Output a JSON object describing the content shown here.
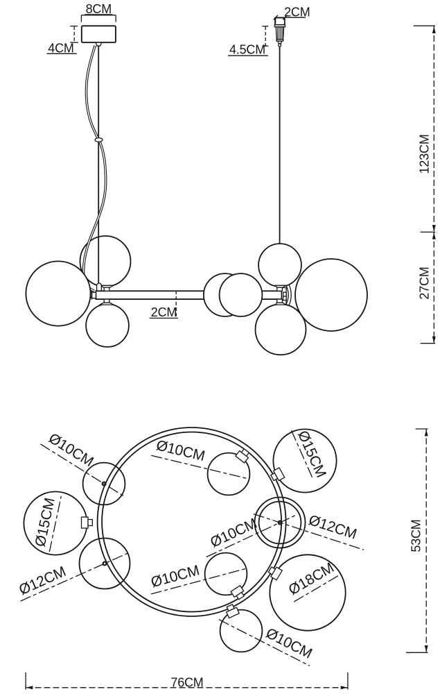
{
  "drawing": {
    "type": "pendant-chandelier-dimension-drawing",
    "line_color": "#161616",
    "background_color": "#ffffff"
  },
  "side_view": {
    "canopy_width_label": "8CM",
    "canopy_height_label": "4CM",
    "cord_grip_width_label": "2CM",
    "cord_grip_height_label": "4.5CM",
    "suspension_drop_label": "123CM",
    "fixture_height_label": "27CM",
    "frame_tube_thickness_label": "2CM"
  },
  "plan_view": {
    "overall_width_label": "76CM",
    "overall_depth_label": "53CM",
    "globe_labels": [
      {
        "id": "globe-on-ring-upper-left",
        "label": "Ø10CM"
      },
      {
        "id": "globe-inside-ring-top",
        "label": "Ø10CM"
      },
      {
        "id": "globe-outside-ring-top-right",
        "label": "Ø15CM"
      },
      {
        "id": "globe-outside-ring-left",
        "label": "Ø15CM"
      },
      {
        "id": "globe-on-ring-lower-left",
        "label": "Ø12CM"
      },
      {
        "id": "globe-on-ring-right-outer",
        "label": "Ø12CM"
      },
      {
        "id": "globe-on-ring-right-inner",
        "label": "Ø10CM"
      },
      {
        "id": "globe-inside-ring-bottom",
        "label": "Ø10CM"
      },
      {
        "id": "globe-outside-ring-bottom",
        "label": "Ø10CM"
      },
      {
        "id": "globe-outside-ring-bottom-right",
        "label": "Ø18CM"
      }
    ]
  }
}
